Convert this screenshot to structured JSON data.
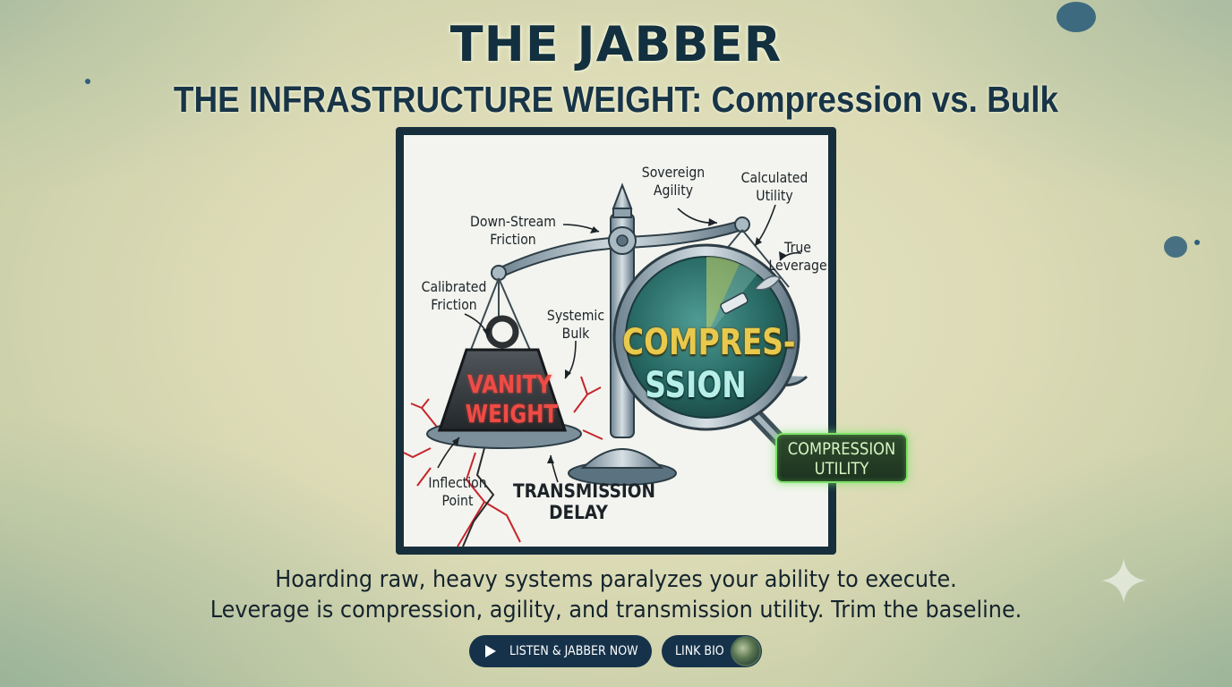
{
  "header": {
    "title": "THE JABBER",
    "subtitle": "THE INFRASTRUCTURE WEIGHT: Compression vs. Bulk"
  },
  "diagram": {
    "labels": {
      "sovereign_l1": "Sovereign",
      "sovereign_l2": "Agility",
      "calculated_l1": "Calculated",
      "calculated_l2": "Utility",
      "downstream_l1": "Down-Stream",
      "downstream_l2": "Friction",
      "true_l1": "True",
      "true_l2": "Leverage",
      "calibrated_l1": "Calibrated",
      "calibrated_l2": "Friction",
      "systemic_l1": "Systemic",
      "systemic_l2": "Bulk",
      "inflection_l1": "Inflection",
      "inflection_l2": "Point",
      "transmission_l1": "TRANSMISSION",
      "transmission_l2": "DELAY"
    },
    "weight_l1": "VANITY",
    "weight_l2": "WEIGHT",
    "lens_l1": "COMPRES-",
    "lens_l2": "SSION",
    "badge_l1": "COMPRESSION",
    "badge_l2": "UTILITY"
  },
  "body": {
    "line1": "Hoarding raw, heavy systems paralyzes your ability to execute.",
    "line2": "Leverage is compression, agility, and transmission utility. Trim the baseline."
  },
  "actions": {
    "listen_label": "LISTEN & JABBER NOW",
    "bio_label": "LINK BIO"
  },
  "icons": [
    "play-icon",
    "avatar",
    "sparkle-icon",
    "usb-drive-icon",
    "feather-icon"
  ],
  "colors": {
    "navy": "#16324a",
    "vanity_red": "#ef4b45",
    "compress_gold": "#e8c94d",
    "compress_teal": "#b7efe8",
    "utility_green": "#7fe06a"
  }
}
